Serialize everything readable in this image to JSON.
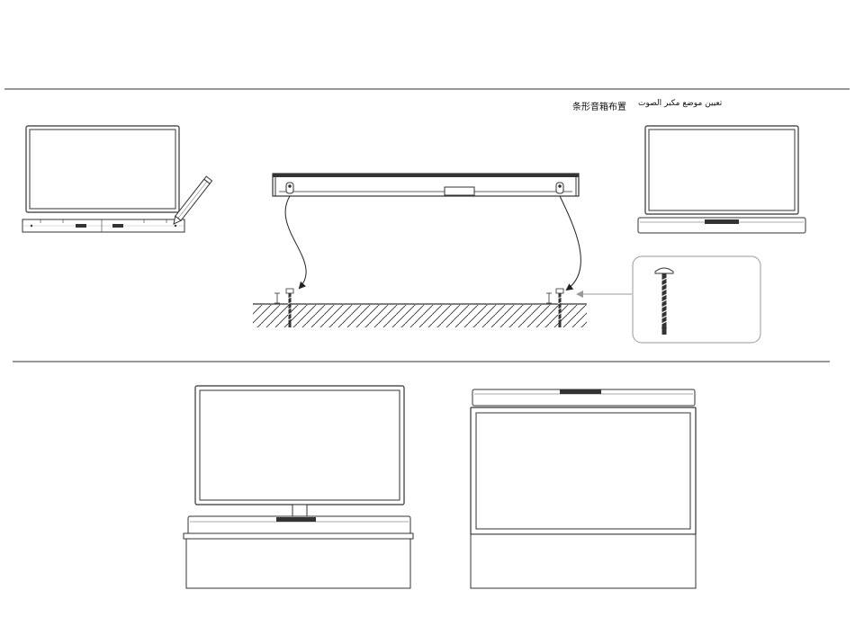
{
  "captions": {
    "chinese": "条形音箱布置",
    "arabic": "تعيين موضع مكبر الصوت"
  },
  "illustrations": [
    {
      "id": "mark-position",
      "description_icon": "pencil-icon"
    },
    {
      "id": "wall-mount",
      "description_icon": "screw-icon"
    },
    {
      "id": "soundbar-under-tv",
      "description_icon": "tv-icon"
    },
    {
      "id": "tv-on-stand",
      "description_icon": "tv-icon"
    },
    {
      "id": "soundbar-on-tv",
      "description_icon": "tv-icon"
    }
  ],
  "colors": {
    "line": "#333333",
    "background": "#ffffff",
    "arrow": "#999999"
  }
}
